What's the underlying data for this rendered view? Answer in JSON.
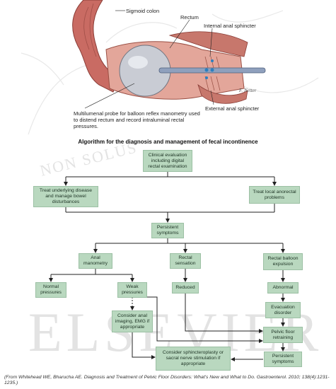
{
  "illustration": {
    "labels": {
      "sigmoid": "Sigmoid colon",
      "rectum": "Rectum",
      "internal": "Internal anal sphincter",
      "external": "External anal sphincter",
      "probe": "Multilumenal probe for balloon reflex manometry used to distend rectum and record intraluminal rectal pressures."
    },
    "signature": "F. Netter"
  },
  "watermark": {
    "motto": "NON SOLUS",
    "publisher": "ELSEVIER"
  },
  "algorithm": {
    "title": "Algorithm for the diagnosis and management of fecal incontinence",
    "nodes": {
      "clinical": "Clinical evaluation including digital rectal examination",
      "treat_underlying": "Treat underlying disease and manage bowel disturbances",
      "treat_local": "Treat local anorectal problems",
      "persistent": "Persistent symptoms",
      "anal_manometry": "Anal manometry",
      "rectal_sensation": "Rectal sensation",
      "rectal_balloon": "Rectal balloon expulsion",
      "normal_pressures": "Normal pressures",
      "weak_pressures": "Weak pressures",
      "reduced": "Reduced",
      "abnormal": "Abnormal",
      "consider_imaging": "Consider anal imaging, EMG if appropriate",
      "evacuation_disorder": "Evacuation disorder",
      "pelvic_floor": "Pelvic floor retraining",
      "persistent_symptoms2": "Persistent symptoms",
      "consider_sphincteroplasty": "Consider sphincteroplasty or sacral nerve stimulation if appropriate"
    }
  },
  "caption": "(From Whitehead WE, Bharucha AE.  Diagnosis and Treatment of Pelvic Floor Disorders: What's New and What to Do. Gastroenterol. 2010; 138(4):1231-1235.)",
  "colors": {
    "box_fill": "#b9d8bf",
    "box_border": "#9cc0a4",
    "line": "#222222",
    "tissue": "#c96b63"
  }
}
